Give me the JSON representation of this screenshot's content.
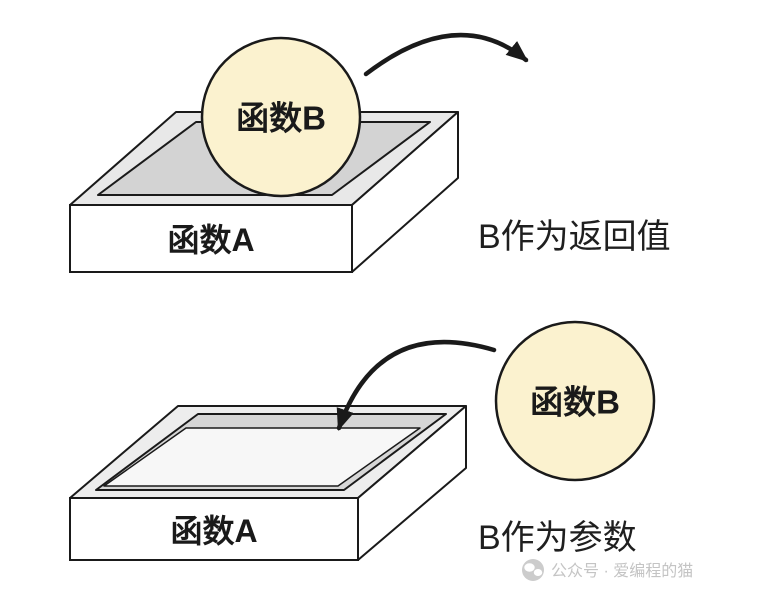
{
  "top_diagram": {
    "box_label": "函数A",
    "ball_label": "函数B",
    "caption": "B作为返回值"
  },
  "bottom_diagram": {
    "box_label": "函数A",
    "ball_label": "函数B",
    "caption": "B作为参数"
  },
  "watermark": {
    "text": "公众号 · 爱编程的猫",
    "icon": "wechat-icon"
  },
  "colors": {
    "background": "#ffffff",
    "ball_fill": "#fbf2cf",
    "outline": "#1a1a1a",
    "slab_top_gray": "#e8e8e8",
    "slab_inner_gray": "#d3d3d3",
    "tray_wall_gray": "#d6d6d6",
    "tray_floor": "#f7f7f7",
    "watermark_gray": "#c4c4c4"
  }
}
